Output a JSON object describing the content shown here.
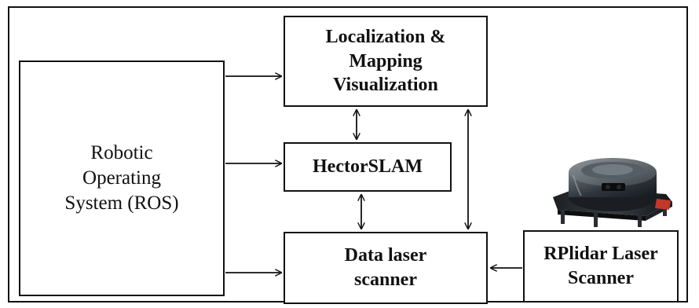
{
  "diagram": {
    "nodes": {
      "ros": {
        "label": "Robotic\nOperating\nSystem (ROS)"
      },
      "localization": {
        "label": "Localization &\nMapping\nVisualization"
      },
      "hectorslam": {
        "label": "HectorSLAM"
      },
      "data_laser": {
        "label": "Data laser\nscanner"
      },
      "rplidar": {
        "label": "RPlidar Laser\nScanner"
      }
    },
    "edges": [
      {
        "from": "ros",
        "to": "localization",
        "direction": "forward"
      },
      {
        "from": "ros",
        "to": "hectorslam",
        "direction": "forward"
      },
      {
        "from": "ros",
        "to": "data_laser",
        "direction": "forward"
      },
      {
        "from": "localization",
        "to": "hectorslam",
        "direction": "both"
      },
      {
        "from": "hectorslam",
        "to": "data_laser",
        "direction": "both"
      },
      {
        "from": "localization",
        "to": "data_laser",
        "direction": "both"
      },
      {
        "from": "rplidar",
        "to": "data_laser",
        "direction": "forward"
      }
    ],
    "device_image": {
      "icon": "lidar-sensor-icon"
    }
  }
}
